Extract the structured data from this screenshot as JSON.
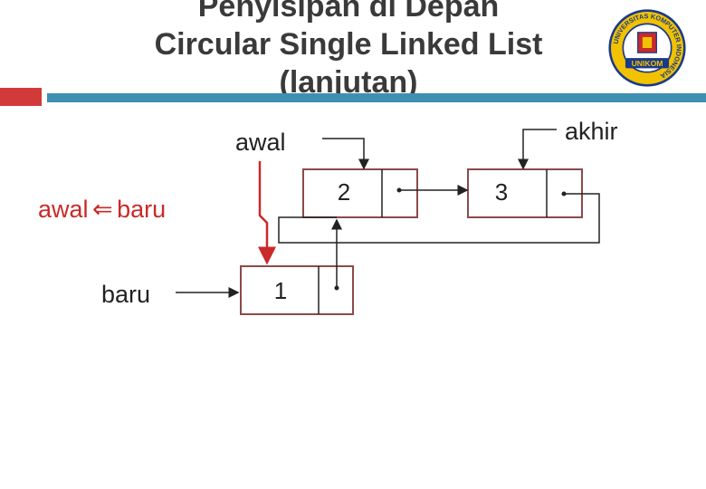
{
  "title": {
    "line1": "Penyisipan di Depan",
    "line2": "Circular Single Linked List",
    "line3": "(lanjutan)"
  },
  "logo": {
    "ring_text": "UNIVERSITAS KOMPUTER INDONESIA",
    "banner_text": "UNIKOM"
  },
  "labels": {
    "awal": "awal",
    "akhir": "akhir",
    "assign_target": "awal",
    "assign_arrow": "⇐",
    "assign_source": "baru",
    "baru": "baru"
  },
  "nodes": [
    {
      "value": "2"
    },
    {
      "value": "3"
    },
    {
      "value": "1"
    }
  ],
  "colors": {
    "accent_red": "#c92a2a",
    "node_border": "#8b4a4a",
    "bar_blue": "#3f8fb3",
    "bar_red": "#d23a3a"
  }
}
